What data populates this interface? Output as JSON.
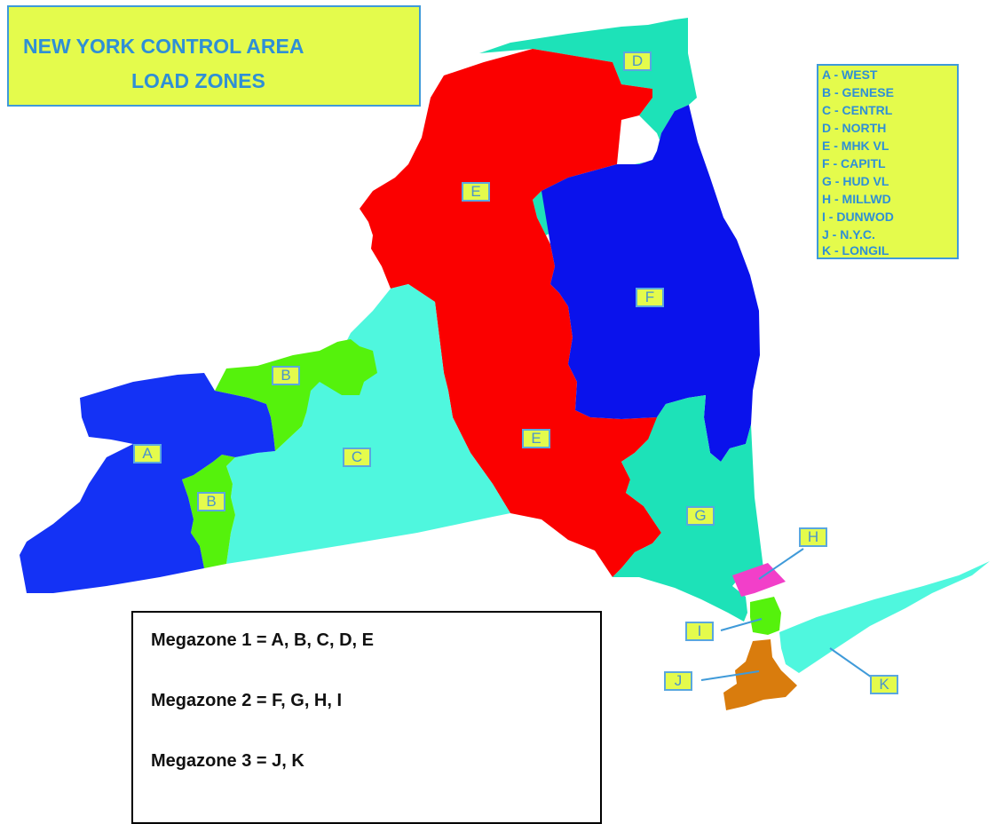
{
  "title": {
    "line1": "NEW YORK CONTROL AREA",
    "line2": "LOAD ZONES"
  },
  "legend": [
    "A - WEST",
    "B - GENESE",
    "C - CENTRL",
    "D - NORTH",
    "E - MHK VL",
    "F - CAPITL",
    "G - HUD VL",
    "H - MILLWD",
    "I - DUNWOD",
    "J - N.Y.C.",
    "K - LONGIL"
  ],
  "zones": {
    "A": {
      "label": "A",
      "color": "#1432f5"
    },
    "B": {
      "label": "B",
      "color": "#55f20c"
    },
    "C": {
      "label": "C",
      "color": "#4ff7de"
    },
    "D": {
      "label": "D",
      "color": "#1de2b8"
    },
    "E": {
      "label": "E",
      "color": "#fb0000"
    },
    "F": {
      "label": "F",
      "color": "#0a12ec"
    },
    "G": {
      "label": "G",
      "color": "#1de2b8"
    },
    "H": {
      "label": "H",
      "color": "#f23fc9"
    },
    "I": {
      "label": "I",
      "color": "#55f20c"
    },
    "J": {
      "label": "J",
      "color": "#d97c0d"
    },
    "K": {
      "label": "K",
      "color": "#4ff7de"
    }
  },
  "megazones": [
    "Megazone 1 = A, B, C, D, E",
    "Megazone 2 = F, G, H, I",
    "Megazone 3 = J, K"
  ],
  "colors": {
    "label_fill": "#e4fb4c",
    "label_border": "#5aa7de",
    "leader_line": "#3f9ad9"
  }
}
